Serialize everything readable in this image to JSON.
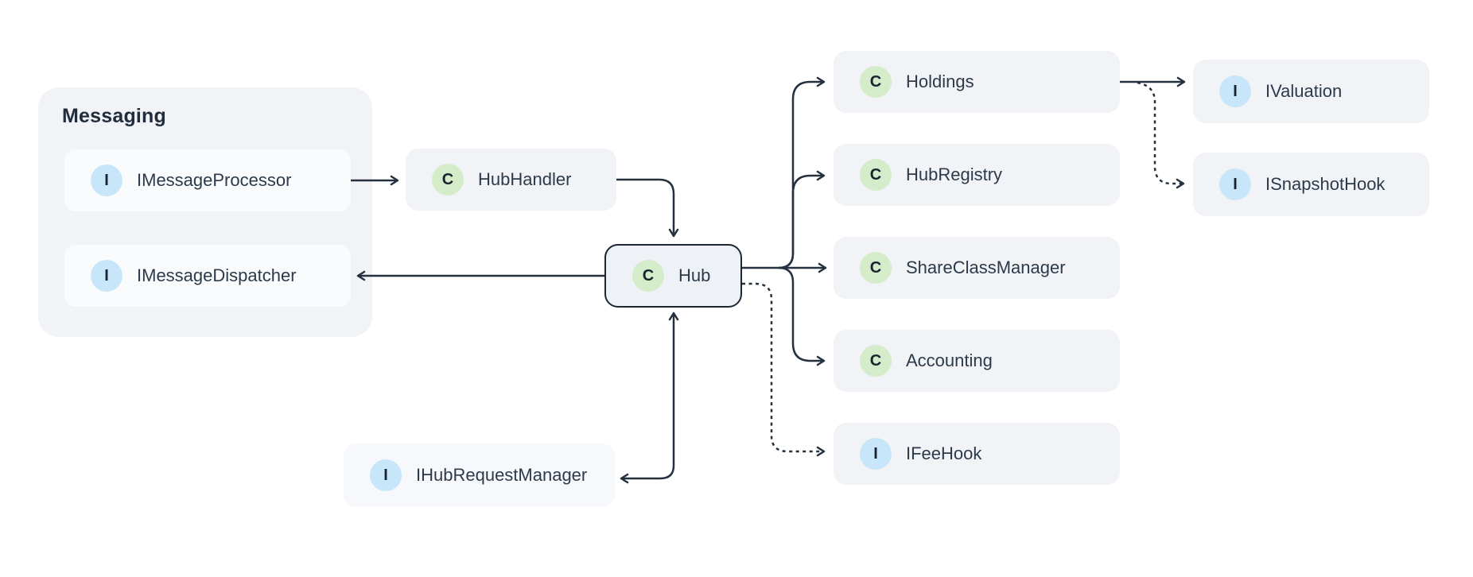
{
  "diagram": {
    "group": {
      "label": "Messaging",
      "children": [
        "IMessageProcessor",
        "IMessageDispatcher"
      ]
    },
    "nodes": [
      {
        "id": "imessageprocessor",
        "label": "IMessageProcessor",
        "kind": "interface",
        "badge": "I"
      },
      {
        "id": "imessagedispatcher",
        "label": "IMessageDispatcher",
        "kind": "interface",
        "badge": "I"
      },
      {
        "id": "hubhandler",
        "label": "HubHandler",
        "kind": "class",
        "badge": "C"
      },
      {
        "id": "hub",
        "label": "Hub",
        "kind": "class",
        "badge": "C"
      },
      {
        "id": "holdings",
        "label": "Holdings",
        "kind": "class",
        "badge": "C"
      },
      {
        "id": "hubregistry",
        "label": "HubRegistry",
        "kind": "class",
        "badge": "C"
      },
      {
        "id": "shareclassmanager",
        "label": "ShareClassManager",
        "kind": "class",
        "badge": "C"
      },
      {
        "id": "accounting",
        "label": "Accounting",
        "kind": "class",
        "badge": "C"
      },
      {
        "id": "ifeehook",
        "label": "IFeeHook",
        "kind": "interface",
        "badge": "I"
      },
      {
        "id": "ivaluation",
        "label": "IValuation",
        "kind": "interface",
        "badge": "I"
      },
      {
        "id": "isnapshothook",
        "label": "ISnapshotHook",
        "kind": "interface",
        "badge": "I"
      },
      {
        "id": "ihubrequestmanager",
        "label": "IHubRequestManager",
        "kind": "interface",
        "badge": "I"
      }
    ],
    "edges": [
      {
        "from": "IMessageProcessor",
        "to": "HubHandler",
        "line": "solid",
        "arrow": "end"
      },
      {
        "from": "HubHandler",
        "to": "Hub",
        "line": "solid",
        "arrow": "end"
      },
      {
        "from": "Hub",
        "to": "IMessageDispatcher",
        "line": "solid",
        "arrow": "end"
      },
      {
        "from": "Hub",
        "to": "Holdings",
        "line": "solid",
        "arrow": "end"
      },
      {
        "from": "Hub",
        "to": "HubRegistry",
        "line": "solid",
        "arrow": "end"
      },
      {
        "from": "Hub",
        "to": "ShareClassManager",
        "line": "solid",
        "arrow": "end"
      },
      {
        "from": "Hub",
        "to": "Accounting",
        "line": "solid",
        "arrow": "end"
      },
      {
        "from": "Hub",
        "to": "IFeeHook",
        "line": "dashed",
        "arrow": "end"
      },
      {
        "from": "IHubRequestManager",
        "to": "Hub",
        "line": "solid",
        "arrow": "both"
      },
      {
        "from": "Holdings",
        "to": "IValuation",
        "line": "solid",
        "arrow": "end"
      },
      {
        "from": "Holdings",
        "to": "ISnapshotHook",
        "line": "dashed",
        "arrow": "end"
      }
    ],
    "colors": {
      "canvas_bg": "#ffffff",
      "group_bg": "#f1f3f6",
      "group_node_bg": "#fafbfd",
      "standalone_node_bg": "#f6f8fc",
      "node_bg": "#f1f3f6",
      "hub_bg": "#eef1f5",
      "hub_border": "#1c2734",
      "class_badge_bg": "#d4ecca",
      "interface_badge_bg": "#c7e6fa",
      "badge_text": "#1a2430",
      "label_text": "#2d3a4a",
      "title_text": "#222d3b",
      "arrow": "#25313f"
    }
  }
}
